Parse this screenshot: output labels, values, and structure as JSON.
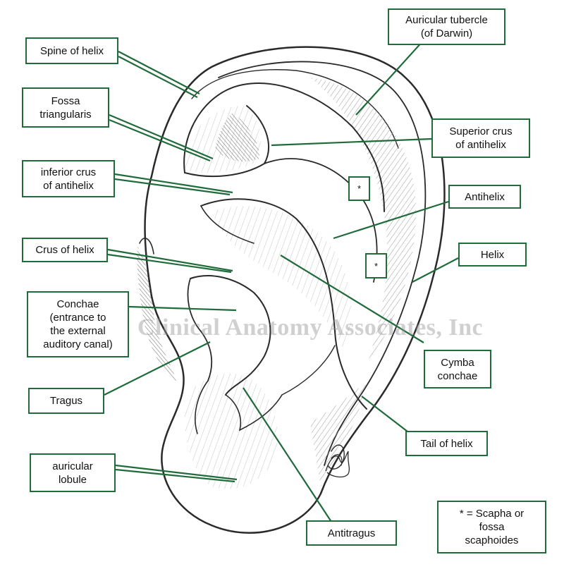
{
  "labels": {
    "spine_of_helix": [
      "Spine of helix"
    ],
    "auricular_tubercle": [
      "Auricular tubercle",
      "(of Darwin)"
    ],
    "fossa_triangularis": [
      "Fossa",
      "triangularis"
    ],
    "superior_crus": [
      "Superior crus",
      "of antihelix"
    ],
    "inferior_crus": [
      "inferior crus",
      "of antihelix"
    ],
    "antihelix": [
      "Antihelix"
    ],
    "crus_of_helix": [
      "Crus of helix"
    ],
    "helix": [
      "Helix"
    ],
    "conchae": [
      "Conchae",
      "(entrance to",
      "the external",
      "auditory canal)"
    ],
    "cymba_conchae": [
      "Cymba",
      "conchae"
    ],
    "tragus": [
      "Tragus"
    ],
    "tail_of_helix": [
      "Tail of helix"
    ],
    "auricular_lobule": [
      "auricular",
      "lobule"
    ],
    "antitragus": [
      "Antitragus"
    ],
    "scapha_note": [
      "* = Scapha or",
      "fossa",
      "scaphoides"
    ]
  },
  "scapha_markers": [
    "*",
    "*"
  ],
  "watermark": "Clinical Anatomy Associates, Inc",
  "colors": {
    "leader_line": "#1f6b3a",
    "box_border": "#1f6b3a",
    "sketch": "#2a2a2a"
  }
}
